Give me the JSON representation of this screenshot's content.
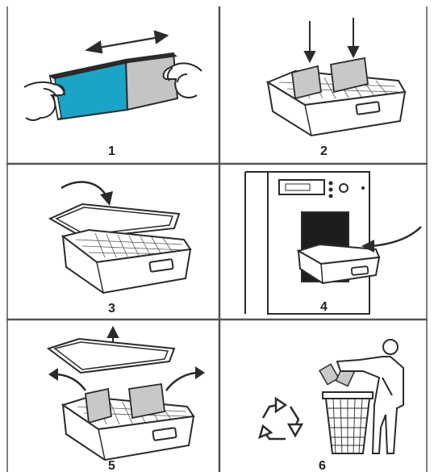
{
  "colors": {
    "ink": "#2b2b2b",
    "cassette_blue": "#1aa4c8",
    "cassette_gray": "#c4c4c4",
    "cassette_dark": "#2a2a2a",
    "filter_gray": "#c8c8c8",
    "grid": "#555555",
    "background": "#ffffff"
  },
  "steps": [
    {
      "number": "1",
      "icon": "cassette-separate-icon"
    },
    {
      "number": "2",
      "icon": "insert-filters-icon"
    },
    {
      "number": "3",
      "icon": "place-lid-icon"
    },
    {
      "number": "4",
      "icon": "insert-into-machine-icon"
    },
    {
      "number": "5",
      "icon": "remove-lid-and-filters-icon"
    },
    {
      "number": "6",
      "icon": "recycle-dispose-icon"
    }
  ]
}
